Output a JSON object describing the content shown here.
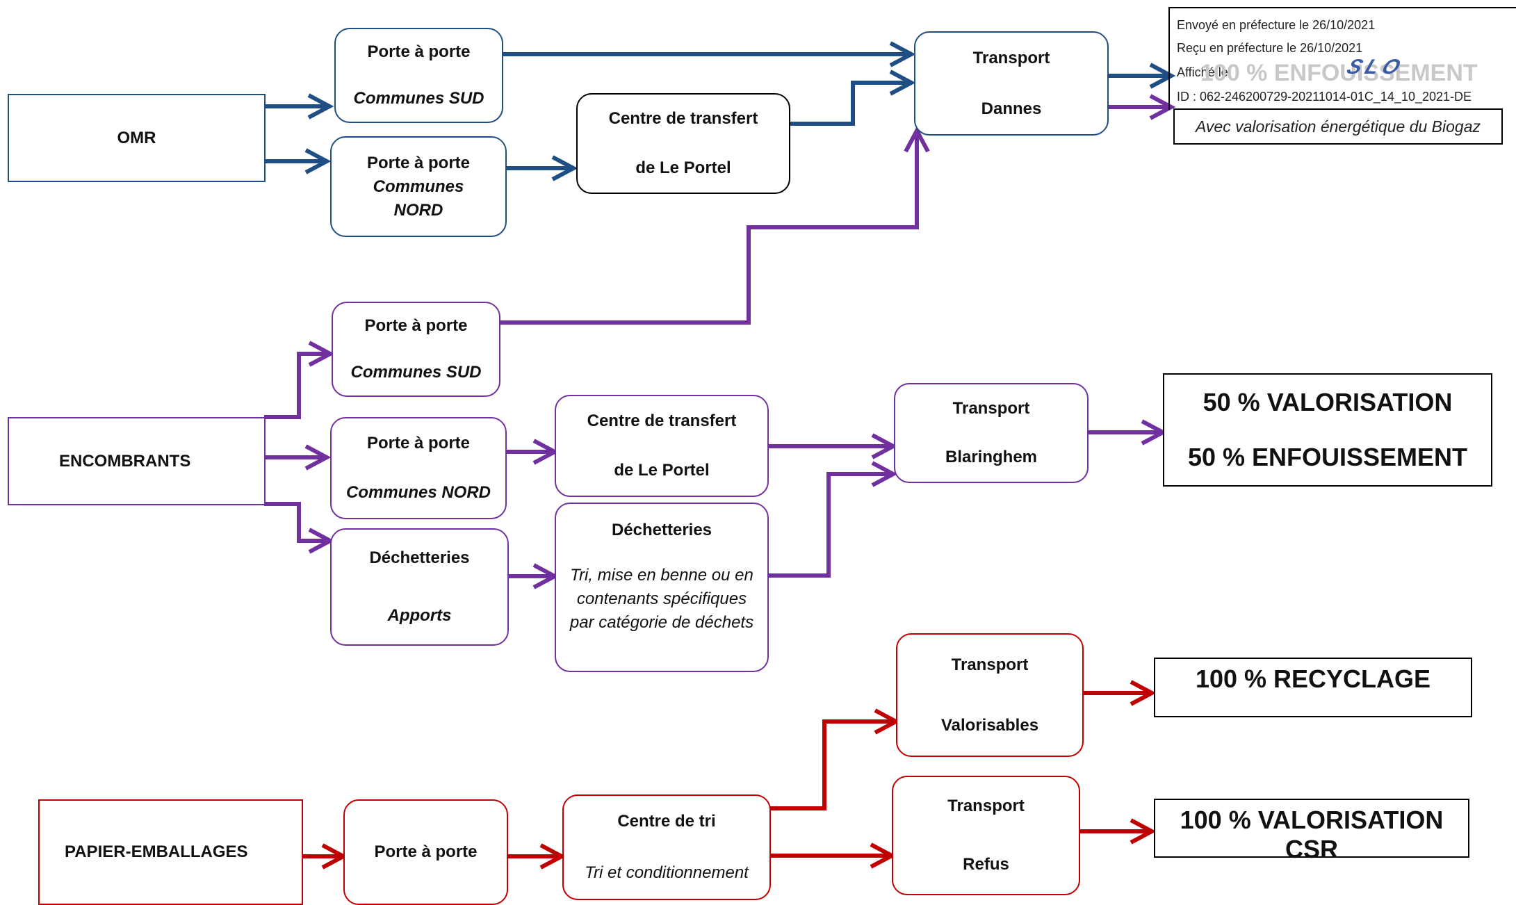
{
  "omr": {
    "source": "OMR",
    "pap_sud": {
      "line1": "Porte à porte",
      "line2": "Communes SUD"
    },
    "pap_nord": {
      "line1": "Porte à porte",
      "line2": "Communes",
      "line3": "NORD"
    },
    "transfert": {
      "line1": "Centre de transfert",
      "line2": "de Le Portel"
    },
    "transport": {
      "line1": "Transport",
      "line2": "Dannes"
    },
    "result_main": "100 % ENFOUISSEMENT",
    "result_sub": "Avec valorisation énergétique du Biogaz"
  },
  "encombrants": {
    "source": "ENCOMBRANTS",
    "pap_sud": {
      "line1": "Porte à porte",
      "line2": "Communes SUD"
    },
    "pap_nord": {
      "line1": "Porte à porte",
      "line2": "Communes NORD"
    },
    "dech_apports": {
      "line1": "Déchetteries",
      "line2": "Apports"
    },
    "transfert": {
      "line1": "Centre de transfert",
      "line2": "de Le Portel"
    },
    "dech_tri": {
      "line1": "Déchetteries",
      "line2": "Tri, mise en benne ou en",
      "line3": "contenants spécifiques",
      "line4": "par catégorie de déchets"
    },
    "transport": {
      "line1": "Transport",
      "line2": "Blaringhem"
    },
    "result1": "50 % VALORISATION",
    "result2": "50 % ENFOUISSEMENT"
  },
  "papier": {
    "source": "PAPIER-EMBALLAGES",
    "pap": "Porte à porte",
    "centre_tri": {
      "line1": "Centre de tri",
      "line2": "Tri et conditionnement"
    },
    "transport_valo": {
      "line1": "Transport",
      "line2": "Valorisables"
    },
    "transport_refus": {
      "line1": "Transport",
      "line2": "Refus"
    },
    "result_recyclage": "100 % RECYCLAGE",
    "result_csr": "100 % VALORISATION CSR"
  },
  "stamp": {
    "envoye": "Envoyé en préfecture le 26/10/2021",
    "recu": "Reçu en préfecture le 26/10/2021",
    "affiche": "Affiché le",
    "id": "ID : 062-246200729-20211014-01C_14_10_2021-DE",
    "logo": "SLO"
  },
  "colors": {
    "omr": "#1f4e85",
    "encombrants": "#7030a0",
    "papier": "#c00000"
  }
}
